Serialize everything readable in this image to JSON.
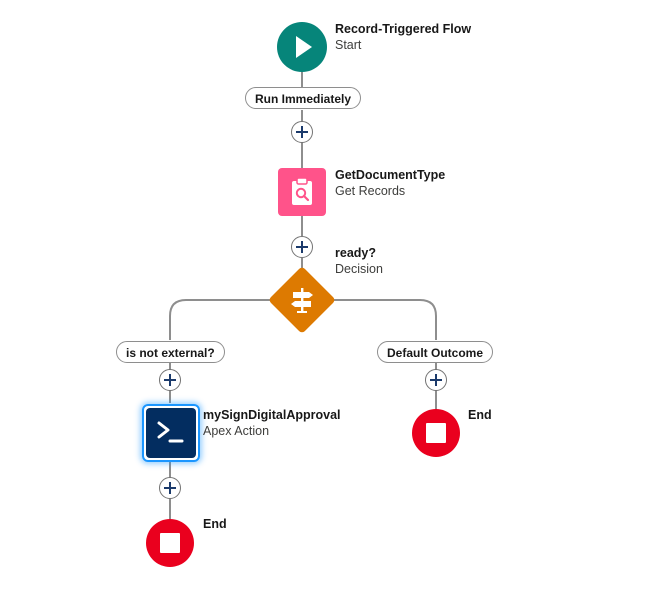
{
  "start": {
    "title": "Record-Triggered Flow",
    "subtitle": "Start",
    "icon": "play-icon",
    "color": "#06857a"
  },
  "run_pill": {
    "label": "Run Immediately"
  },
  "get_records": {
    "title": "GetDocumentType",
    "subtitle": "Get Records",
    "icon": "clipboard-search-icon",
    "color": "#ff538a"
  },
  "decision": {
    "title": "ready?",
    "subtitle": "Decision",
    "icon": "signpost-icon",
    "color": "#dd7a01"
  },
  "branches": [
    {
      "label": "is not external?"
    },
    {
      "label": "Default Outcome"
    }
  ],
  "apex": {
    "title": "mySignDigitalApproval",
    "subtitle": "Apex Action",
    "icon": "terminal-icon",
    "color": "#032d60",
    "selected": true
  },
  "ends": [
    {
      "label": "End",
      "icon": "stop-icon",
      "color": "#ea001e"
    },
    {
      "label": "End",
      "icon": "stop-icon",
      "color": "#ea001e"
    }
  ]
}
